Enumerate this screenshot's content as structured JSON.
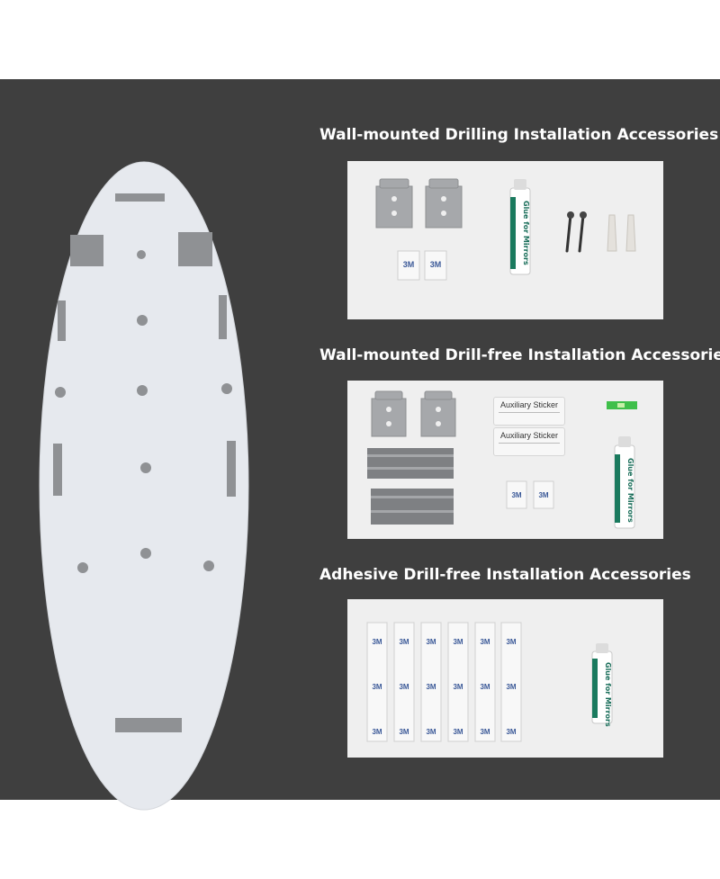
{
  "sections": [
    {
      "title": "Wall-mounted Drilling Installation Accessories"
    },
    {
      "title": "Wall-mounted Drill-free Installation Accessories"
    },
    {
      "title": "Adhesive Drill-free Installation Accessories"
    }
  ],
  "glue_tube_label": "Glue for Mirrors",
  "auxiliary_sticker_label": "Auxiliary Sticker",
  "tape_brand": "3M",
  "colors": {
    "panel": "#3f3f3f",
    "mirror": "#e6e9ee",
    "mark": "#8f9194",
    "card": "#efefef",
    "glue_accent": "#1a7a5e"
  }
}
